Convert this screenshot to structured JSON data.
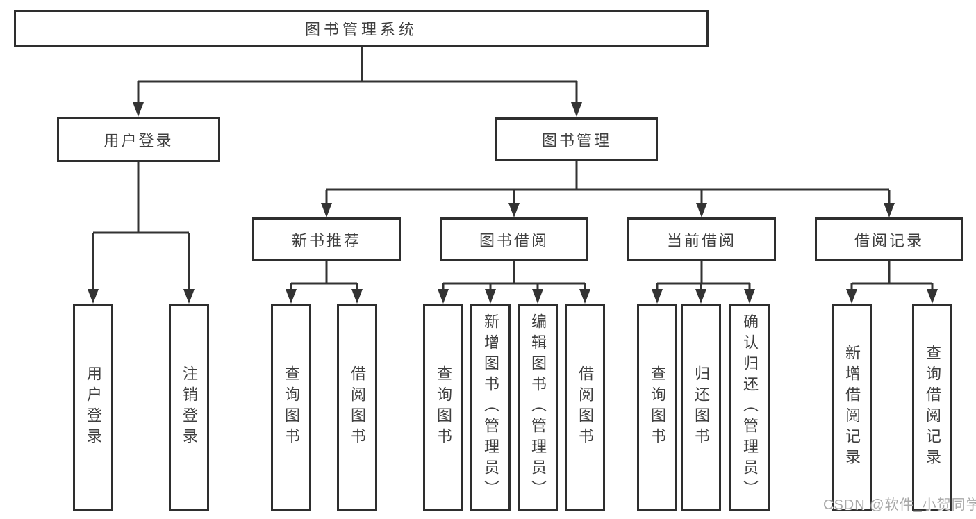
{
  "colors": {
    "line": "#333333",
    "border": "#2e2e2e",
    "text": "#3f3f3f",
    "watermark": "#a8a8a8",
    "background": "#ffffff"
  },
  "watermark": "CSDN @软件_小贺同学",
  "tree": {
    "root": "图书管理系统",
    "branches": [
      {
        "label": "用户登录",
        "children": [
          {
            "label": "用户登录"
          },
          {
            "label": "注销登录"
          }
        ]
      },
      {
        "label": "图书管理",
        "children": [
          {
            "label": "新书推荐",
            "children": [
              {
                "label": "查询图书"
              },
              {
                "label": "借阅图书"
              }
            ]
          },
          {
            "label": "图书借阅",
            "children": [
              {
                "label": "查询图书"
              },
              {
                "label": "新增图书（管理员）"
              },
              {
                "label": "编辑图书（管理员）"
              },
              {
                "label": "借阅图书"
              }
            ]
          },
          {
            "label": "当前借阅",
            "children": [
              {
                "label": "查询图书"
              },
              {
                "label": "归还图书"
              },
              {
                "label": "确认归还（管理员）"
              }
            ]
          },
          {
            "label": "借阅记录",
            "children": [
              {
                "label": "新增借阅记录"
              },
              {
                "label": "查询借阅记录"
              }
            ]
          }
        ]
      }
    ]
  }
}
